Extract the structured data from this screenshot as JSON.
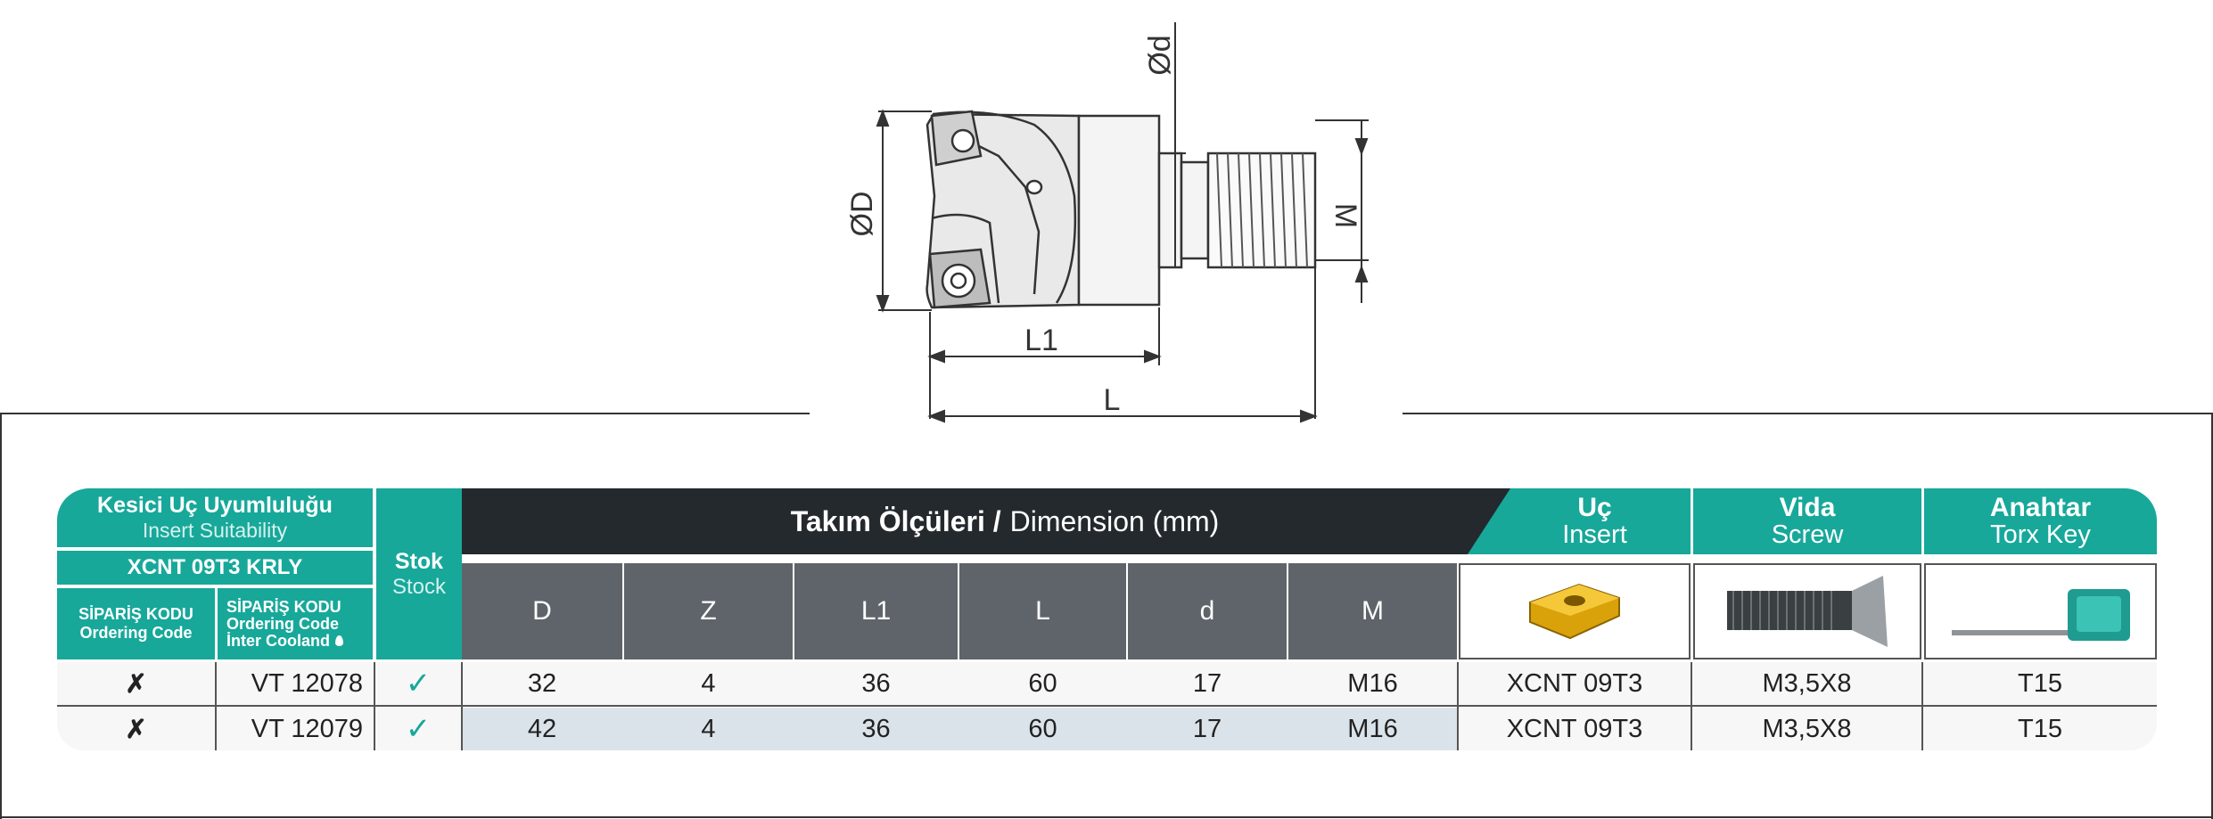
{
  "drawing": {
    "labels": {
      "diameter_D": "ØD",
      "diameter_d": "Ød",
      "thread": "M",
      "length_L1": "L1",
      "length_L": "L"
    }
  },
  "table": {
    "insert_suitability": {
      "tr": "Kesici Uç Uyumluluğu",
      "en": "Insert Suitability"
    },
    "insert_model": "XCNT 09T3 KRLY",
    "order_code": {
      "tr": "SİPARİŞ KODU",
      "en": "Ordering Code"
    },
    "order_code_coolant": {
      "tr": "SİPARİŞ KODU",
      "en": "Ordering Code",
      "en2": "İnter Cooland"
    },
    "stock": {
      "tr": "Stok",
      "en": "Stock"
    },
    "dimension": {
      "tr": "Takım Ölçüleri /",
      "en": "Dimension (mm)"
    },
    "insert": {
      "tr": "Uç",
      "en": "Insert"
    },
    "screw": {
      "tr": "Vida",
      "en": "Screw"
    },
    "key": {
      "tr": "Anahtar",
      "en": "Torx Key"
    },
    "columns": [
      "D",
      "Z",
      "L1",
      "L",
      "d",
      "M"
    ],
    "rows": [
      {
        "code": "✗",
        "code_coolant": "VT 12078",
        "stock": "✓",
        "D": "32",
        "Z": "4",
        "L1": "36",
        "L": "60",
        "d": "17",
        "M": "M16",
        "insert": "XCNT 09T3",
        "screw": "M3,5X8",
        "key": "T15"
      },
      {
        "code": "✗",
        "code_coolant": "VT 12079",
        "stock": "✓",
        "D": "42",
        "Z": "4",
        "L1": "36",
        "L": "60",
        "d": "17",
        "M": "M16",
        "insert": "XCNT 09T3",
        "screw": "M3,5X8",
        "key": "T15"
      }
    ]
  },
  "colors": {
    "teal": "#17a89a",
    "dark": "#24292d",
    "grey": "#5e6469",
    "check": "#17a89a"
  }
}
